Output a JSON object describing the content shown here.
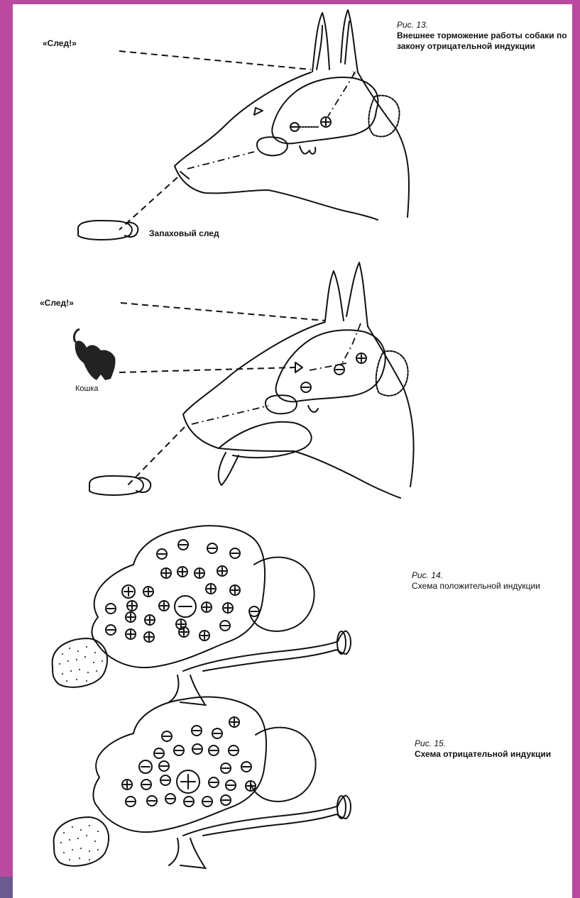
{
  "figures": {
    "fig13": {
      "caption_number": "Рис. 13.",
      "caption_text": "Внешнее торможение работы собаки по закону отрицательной индукции",
      "command_top": "«След!»",
      "scent_label": "Запаховый след",
      "command_bottom": "«След!»",
      "cat_label": "Кошка"
    },
    "fig14": {
      "caption_number": "Рис.   14.",
      "caption_text": "Схема положительной индукции"
    },
    "fig15": {
      "caption_number": "Рис. 15.",
      "caption_text": "Схема отрицательной индукции"
    }
  },
  "colors": {
    "background_frame": "#b94aa0",
    "page": "#ffffff",
    "ink": "#111111"
  }
}
